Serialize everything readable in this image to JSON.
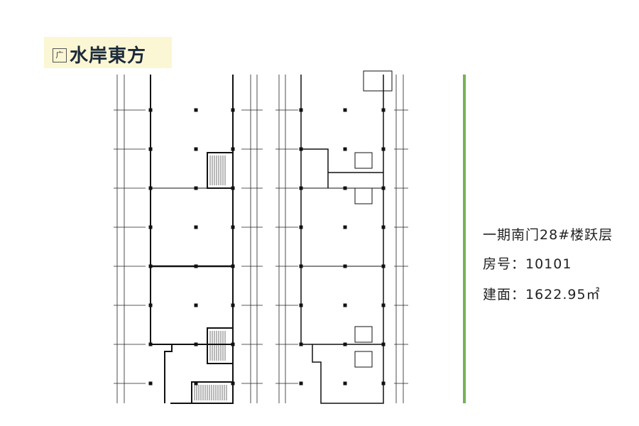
{
  "logo": {
    "text": "水岸東方",
    "mark": "广"
  },
  "info": {
    "title": "一期南门28#楼跃层",
    "room_label": "房号：10101",
    "area_label": "建面：1622.95㎡"
  },
  "colors": {
    "divider": "#77b255",
    "logo_bg": "#fbf6d4"
  }
}
